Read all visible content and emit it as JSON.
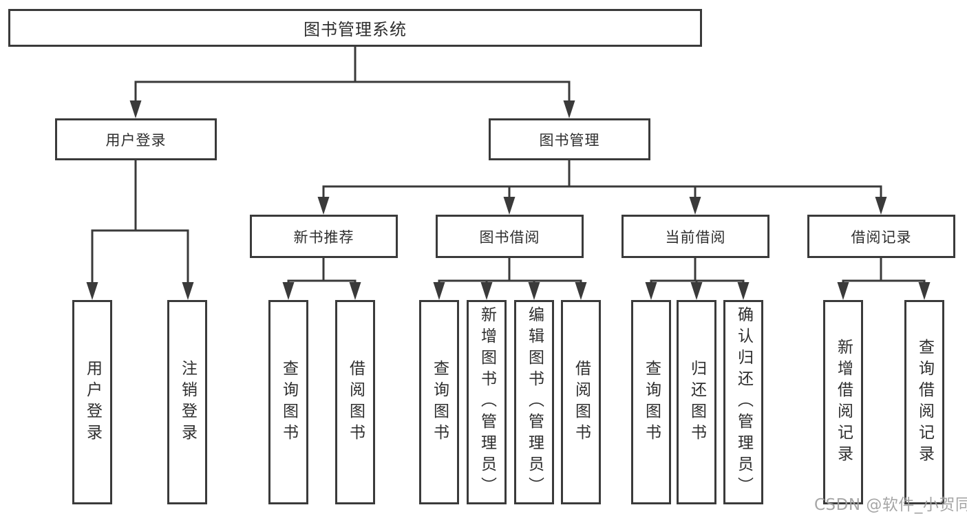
{
  "colors": {
    "line": "#3a3a3a",
    "text": "#2e2e2e",
    "background": "#ffffff",
    "watermark": "#9e9e9e"
  },
  "diagram": {
    "root": {
      "label": "图书管理系统"
    },
    "level2": [
      {
        "label": "用户登录"
      },
      {
        "label": "图书管理"
      }
    ],
    "level3": [
      {
        "label": "新书推荐"
      },
      {
        "label": "图书借阅"
      },
      {
        "label": "当前借阅"
      },
      {
        "label": "借阅记录"
      }
    ],
    "leaves": {
      "user_login": [
        "用户登录",
        "注销登录"
      ],
      "new_book_recommend": [
        "查询图书",
        "借阅图书"
      ],
      "book_borrow": [
        "查询图书",
        "新增图书（管理员）",
        "编辑图书（管理员）",
        "借阅图书"
      ],
      "current_borrow": [
        "查询图书",
        "归还图书",
        "确认归还（管理员）"
      ],
      "borrow_records": [
        "新增借阅记录",
        "查询借阅记录"
      ]
    }
  },
  "watermark": {
    "text": "CSDN @软件_小贺同学"
  }
}
